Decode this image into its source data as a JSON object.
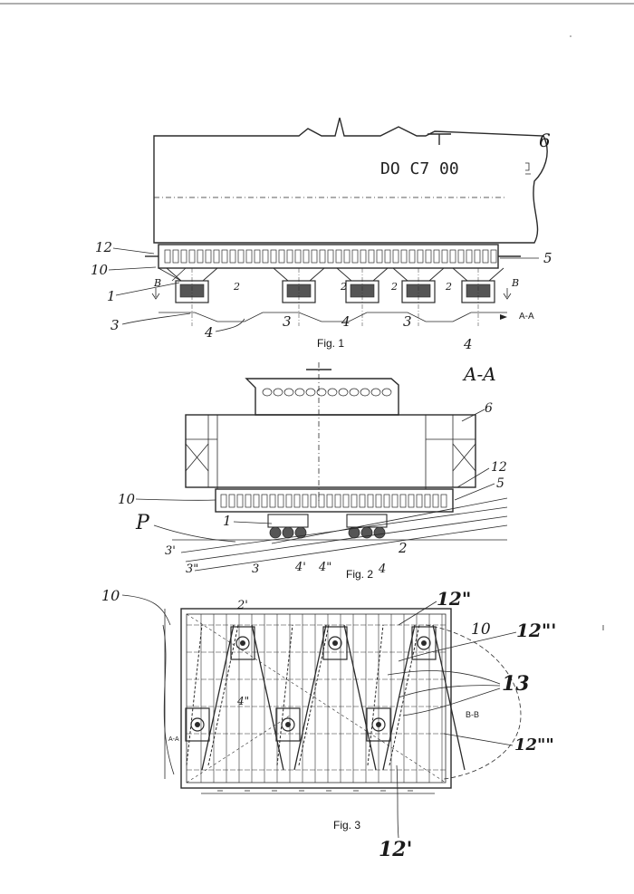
{
  "figures": {
    "fig1": {
      "caption": "Fig. 1",
      "ship_marking": "DO C7 00",
      "section_label": "A-A",
      "labels": [
        "12",
        "10",
        "1",
        "3",
        "4",
        "3",
        "4",
        "3",
        "4",
        "5",
        "6",
        "B",
        "B",
        "2",
        "2",
        "2",
        "2"
      ]
    },
    "fig2": {
      "caption": "Fig. 2",
      "section_title": "A-A",
      "labels": [
        "6",
        "12",
        "5",
        "10",
        "P",
        "1",
        "2",
        "3'",
        "3\"",
        "3",
        "4'",
        "4\"",
        "4"
      ]
    },
    "fig3": {
      "caption": "Fig. 3",
      "labels": [
        "10",
        "2'",
        "4\"",
        "12\"",
        "10",
        "12\"'",
        "13",
        "B-B",
        "12\"\"",
        "12'",
        "A-A"
      ]
    }
  },
  "colors": {
    "ink": "#2a2a2a",
    "paper": "#ffffff"
  }
}
